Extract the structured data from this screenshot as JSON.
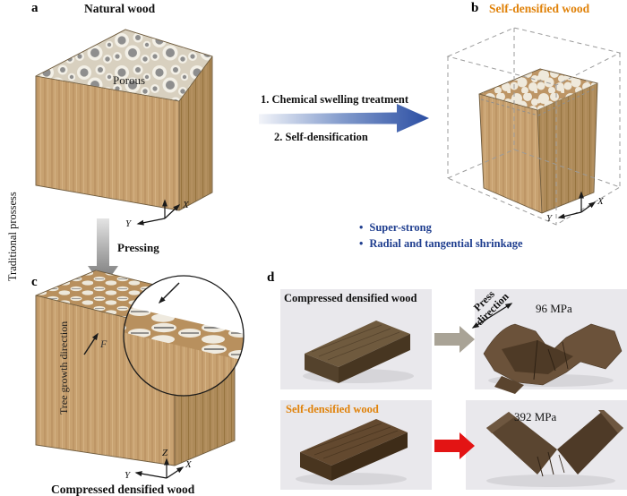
{
  "colors": {
    "accent-orange": "#E0820A",
    "text-blue": "#1F3E8F",
    "arrow-red": "#E31414",
    "arrow-gray": "#A9A396",
    "arrow-blue-dark": "#2B4EA3",
    "wood-light": "#C8A271",
    "wood-dark": "#AD8A59",
    "photo-bg": "#E9E8EC"
  },
  "panel_a": {
    "label": "a",
    "title": "Natural wood",
    "porous_label": "Porous",
    "axis_x": "X",
    "axis_y": "Y"
  },
  "process_arrow": {
    "step1": "1. Chemical swelling treatment",
    "step2": "2. Self-densification"
  },
  "panel_b": {
    "label": "b",
    "title": "Self-densified wood",
    "axis_x": "X",
    "axis_y": "Y",
    "bullets": [
      "Super-strong",
      "Radial and tangential shrinkage"
    ]
  },
  "left_label": "Traditional prossess",
  "pressing_label": "Pressing",
  "panel_c": {
    "label": "c",
    "growth_label": "Tree growth direction",
    "force_label": "F",
    "caption": "Compressed densified wood",
    "axis_x": "X",
    "axis_y": "Y",
    "axis_z": "Z"
  },
  "panel_d": {
    "label": "d",
    "compressed_caption": "Compressed densified wood",
    "press_direction": "Press direction",
    "compressed_strength": "96 MPa",
    "self_caption": "Self-densified wood",
    "self_strength": "392 MPa"
  }
}
